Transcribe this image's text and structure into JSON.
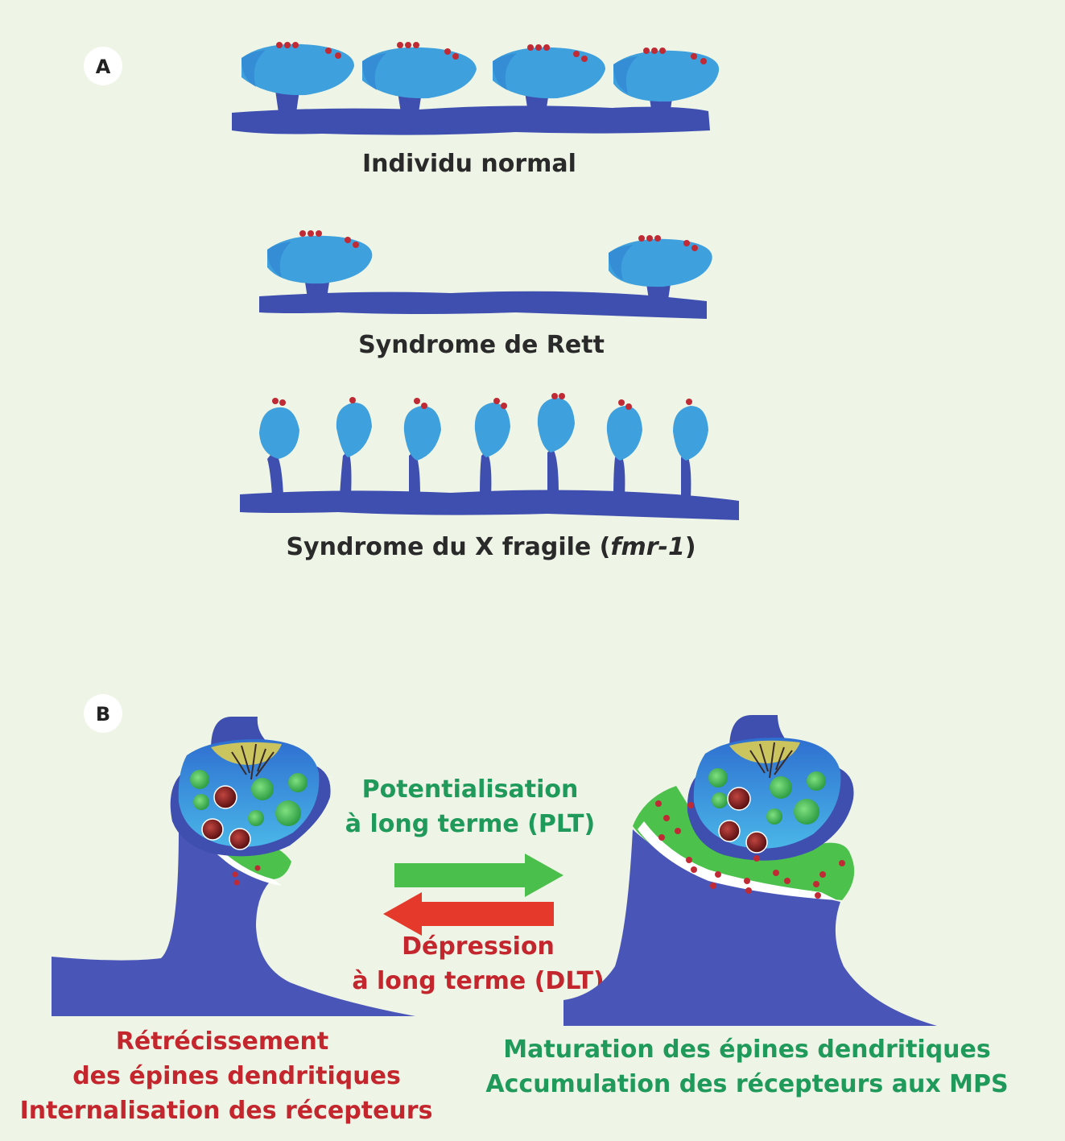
{
  "panel_a": {
    "label": "A",
    "rows": [
      {
        "caption": "Individu normal"
      },
      {
        "caption": "Syndrome de Rett"
      },
      {
        "caption_main": "Syndrome du X fragile (",
        "caption_gene": "fmr-1",
        "caption_end": ")"
      }
    ]
  },
  "panel_b": {
    "label": "B",
    "ltp": {
      "line1": "Potentialisation",
      "line2": "à long terme (PLT)"
    },
    "ltd": {
      "line1": "Dépression",
      "line2": "à long terme (DLT)"
    },
    "left_caption": {
      "line1": "Rétrécissement",
      "line2": "des épines dendritiques",
      "line3": "Internalisation des récepteurs"
    },
    "right_caption": {
      "line1": "Maturation des épines dendritiques",
      "line2": "Accumulation des récepteurs aux MPS"
    }
  },
  "colors": {
    "background": "#eef4e6",
    "dendrite": "#3f4fb0",
    "spine_head": "#3ea0dc",
    "receptor": "#c02a35",
    "ltp_arrow": "#4bbf4b",
    "ltd_arrow": "#e5392b",
    "green_text": "#1f9a5a",
    "red_text": "#c4262e"
  }
}
